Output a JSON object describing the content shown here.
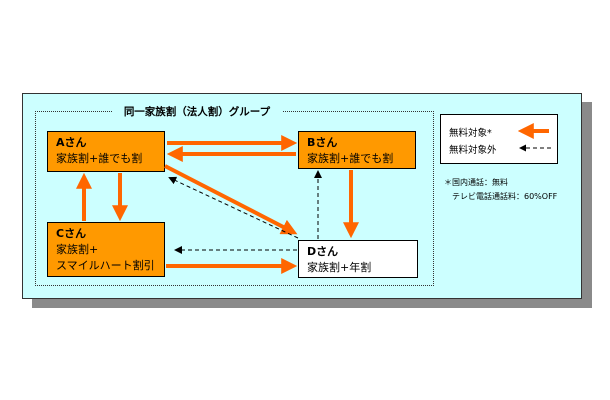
{
  "group_title": "同一家族割（法人割）グループ",
  "members": {
    "a": {
      "name": "Aさん",
      "lines": [
        "家族割+誰でも割"
      ]
    },
    "b": {
      "name": "Bさん",
      "lines": [
        "家族割+誰でも割"
      ]
    },
    "c": {
      "name": "Cさん",
      "lines": [
        "家族割+",
        "スマイルハート割引"
      ]
    },
    "d": {
      "name": "Dさん",
      "lines": [
        "家族割+年割"
      ]
    }
  },
  "legend": {
    "free_label": "無料対象*",
    "not_free_label": "無料対象外"
  },
  "notes": {
    "line1": "＊国内通話：無料",
    "line2": "テレビ電話通話料：60%OFF"
  },
  "colors": {
    "orange": "#ff9900",
    "arrow_orange": "#ff6600",
    "panel": "#ccffff"
  }
}
